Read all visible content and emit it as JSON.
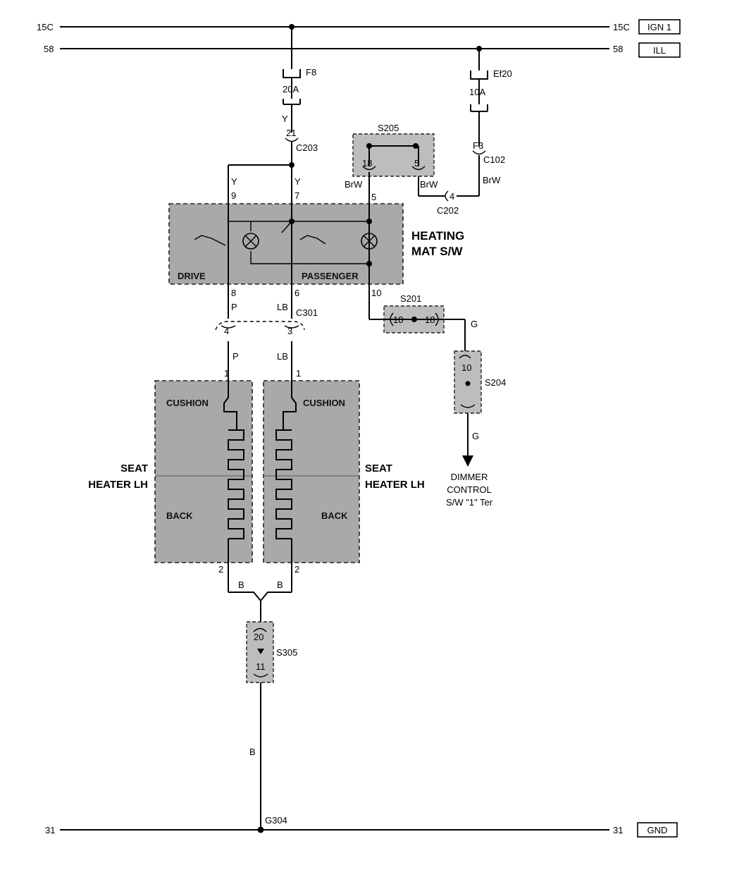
{
  "rails": {
    "ign": {
      "left_label": "15C",
      "right_label": "15C",
      "tag": "IGN 1"
    },
    "ill": {
      "left_label": "58",
      "right_label": "58",
      "tag": "ILL"
    },
    "gnd": {
      "left_label": "31",
      "right_label": "31",
      "tag": "GND"
    }
  },
  "fuses": {
    "f8": {
      "name": "F8",
      "rating": "20A",
      "wire": "Y"
    },
    "ef20": {
      "name": "Ef20",
      "rating": "10A"
    }
  },
  "connectors": {
    "c203": {
      "name": "C203",
      "pin": "21"
    },
    "c102": {
      "name": "C102",
      "pin": "F3",
      "wire": "BrW"
    },
    "c202": {
      "name": "C202",
      "pin": "4"
    },
    "c301": {
      "name": "C301",
      "pin_a": "4",
      "pin_b": "3"
    }
  },
  "splices": {
    "s205": {
      "name": "S205",
      "pin_a": "18",
      "pin_b": "5",
      "wire_a": "BrW",
      "wire_b": "BrW"
    },
    "s201": {
      "name": "S201",
      "pin_a": "18",
      "pin_b": "18"
    },
    "s204": {
      "name": "S204",
      "pin": "10",
      "wire_in": "G",
      "wire_out": "G"
    },
    "s305": {
      "name": "S305",
      "pin_a": "20",
      "pin_b": "11"
    }
  },
  "switch": {
    "title_line1": "HEATING",
    "title_line2": "MAT S/W",
    "inner_left": "DRIVE",
    "inner_right": "PASSENGER",
    "pins": {
      "p9": "9",
      "p7": "7",
      "p5": "5",
      "p8": "8",
      "p6": "6",
      "p10": "10"
    },
    "wires": {
      "y9": "Y",
      "y7": "Y",
      "p": "P",
      "lb": "LB"
    }
  },
  "heaters": {
    "left": {
      "label_line1": "SEAT",
      "label_line2": "HEATER LH",
      "cushion": "CUSHION",
      "back": "BACK",
      "pin_top": "1",
      "pin_bottom": "2",
      "wire_top": "P",
      "wire_bottom": "B"
    },
    "right": {
      "label_line1": "SEAT",
      "label_line2": "HEATER LH",
      "cushion": "CUSHION",
      "back": "BACK",
      "pin_top": "1",
      "pin_bottom": "2",
      "wire_top": "LB",
      "wire_bottom": "B"
    }
  },
  "dimmer": {
    "line1": "DIMMER",
    "line2": "CONTROL",
    "line3": "S/W \"1\" Ter"
  },
  "ground": {
    "name": "G304",
    "wire": "B"
  }
}
